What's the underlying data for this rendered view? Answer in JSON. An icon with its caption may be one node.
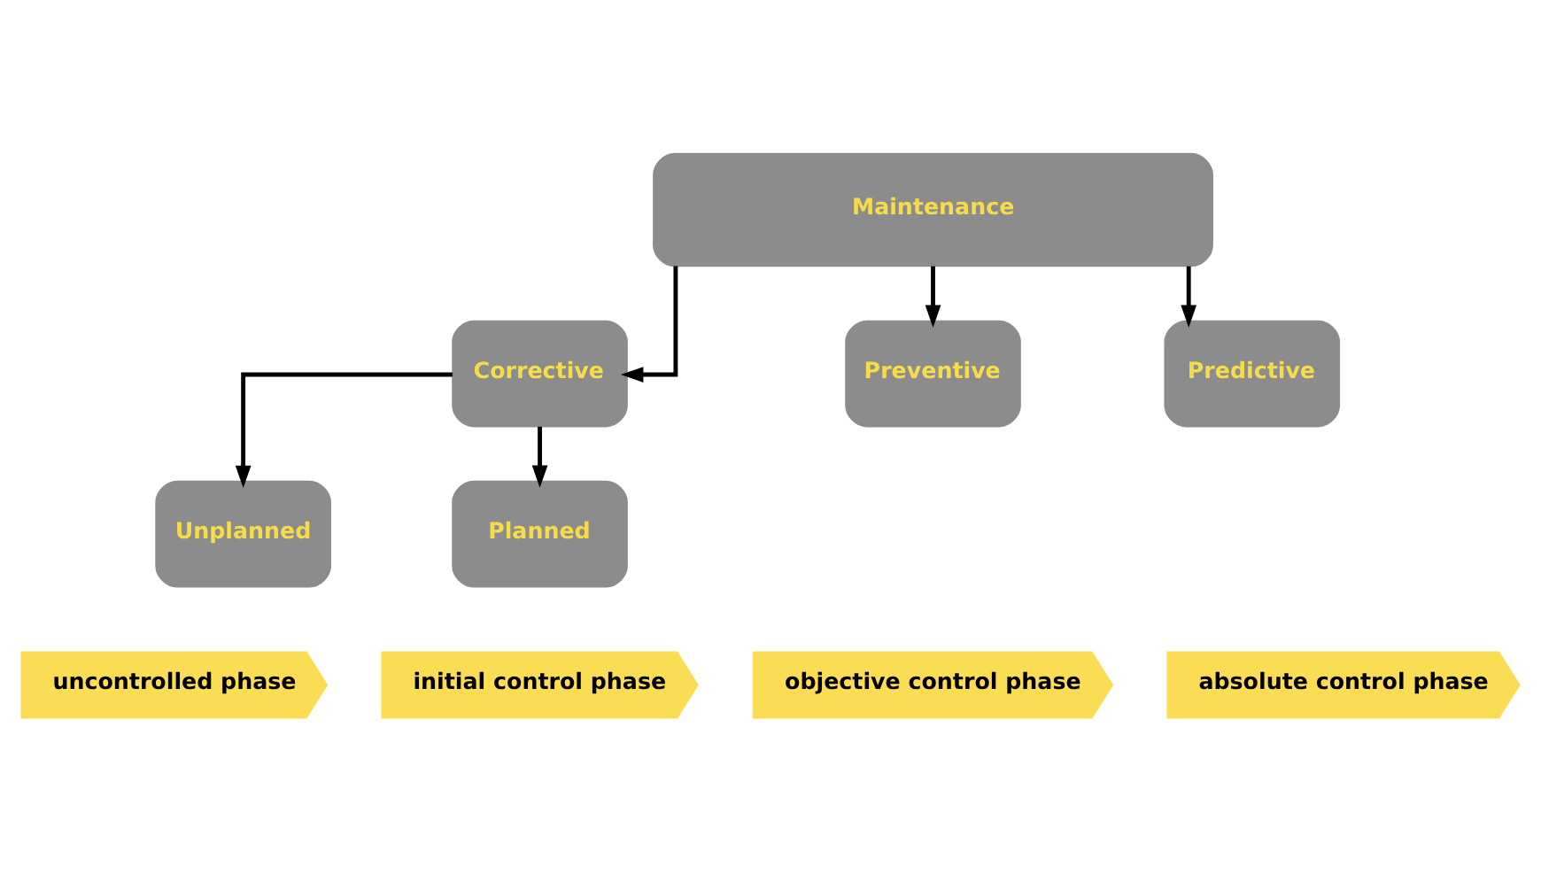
{
  "diagram": {
    "nodes": [
      {
        "text": [
          "Maintenance"
        ]
      },
      {
        "text": [
          "Corrective"
        ]
      },
      {
        "text": [
          "Preventive"
        ]
      },
      {
        "text": [
          "Predictive"
        ]
      },
      {
        "text": [
          "Unplanned"
        ]
      },
      {
        "text": [
          "Planned"
        ]
      },
      {
        "text": [
          "uncontrolled phase"
        ]
      },
      {
        "text": [
          "initial control phase"
        ]
      },
      {
        "text": [
          "objective control phase"
        ]
      },
      {
        "text": [
          "absolute control phase"
        ]
      }
    ],
    "edges": [
      {
        "from": 0,
        "to": 1,
        "arrow": "to"
      },
      {
        "from": 0,
        "to": 2,
        "arrow": "to"
      },
      {
        "from": 0,
        "to": 3,
        "arrow": "to"
      },
      {
        "from": 1,
        "to": 4,
        "arrow": "to"
      },
      {
        "from": 1,
        "to": 5,
        "arrow": "to"
      }
    ]
  }
}
